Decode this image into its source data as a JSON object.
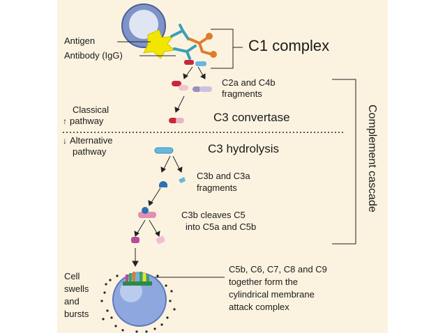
{
  "labels": {
    "antigen": "Antigen",
    "antibody": "Antibody (IgG)",
    "c1_complex": "C1 complex",
    "c2a_c4b_line1": "C2a and C4b",
    "c2a_c4b_line2": "fragments",
    "classical_line1": "Classical",
    "classical_line2": "pathway",
    "c3_convertase": "C3 convertase",
    "alternative_line1": "Alternative",
    "alternative_line2": "pathway",
    "c3_hydrolysis": "C3 hydrolysis",
    "c3b_c3a_line1": "C3b and C3a",
    "c3b_c3a_line2": "fragments",
    "c3b_cleaves_line1": "C3b cleaves C5",
    "c3b_cleaves_line2": "into C5a and C5b",
    "cell_line1": "Cell",
    "cell_line2": "swells",
    "cell_line3": "and",
    "cell_line4": "bursts",
    "mac_line1": "C5b, C6, C7, C8 and C9",
    "mac_line2": "together form the",
    "mac_line3": "cylindrical membrane",
    "mac_line4": "attack complex",
    "complement_cascade": "Complement cascade"
  },
  "glyphs": {
    "up_arrow": "↑",
    "down_arrow": "↓"
  },
  "colors": {
    "background": "#fbf3e0",
    "cell_blue": "#7f93c8",
    "antigen_yellow": "#f2e600",
    "c3_blue": "#67b7de",
    "c2_red": "#c8283c",
    "c4_lilac": "#9a8fc0",
    "c5_pink": "#e38fb3"
  }
}
